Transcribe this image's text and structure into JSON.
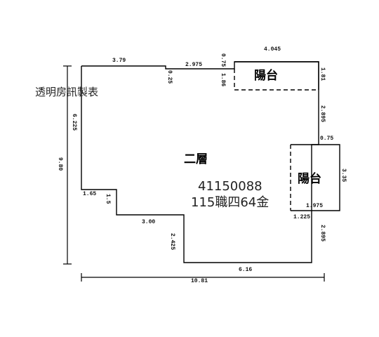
{
  "watermark": "透明房訊製表",
  "floor_label": "二層",
  "balcony_top_label": "陽台",
  "balcony_right_label": "陽台",
  "code_line1": "41150088",
  "code_line2": "115職四64金",
  "dims": {
    "top_left": "3.79",
    "top_mid": "2.975",
    "step_small": "0.25",
    "bal_top_vert": "0.75",
    "bal_top_width": "4.045",
    "bal_top_inner": "1.86",
    "right_upper": "1.81",
    "right_mid": "2.895",
    "bal_right_top": "0.75",
    "bal_right_height": "3.35",
    "bal_right_width": "1.975",
    "bal_right_inner": "1.225",
    "right_lower": "2.895",
    "left_outer": "9.80",
    "left_upper": "6.225",
    "left_step_h": "1.65",
    "left_step_v": "1.5",
    "bottom_mid": "3.00",
    "bottom_step_v": "2.425",
    "bottom_right": "6.16",
    "total_width": "10.81"
  }
}
